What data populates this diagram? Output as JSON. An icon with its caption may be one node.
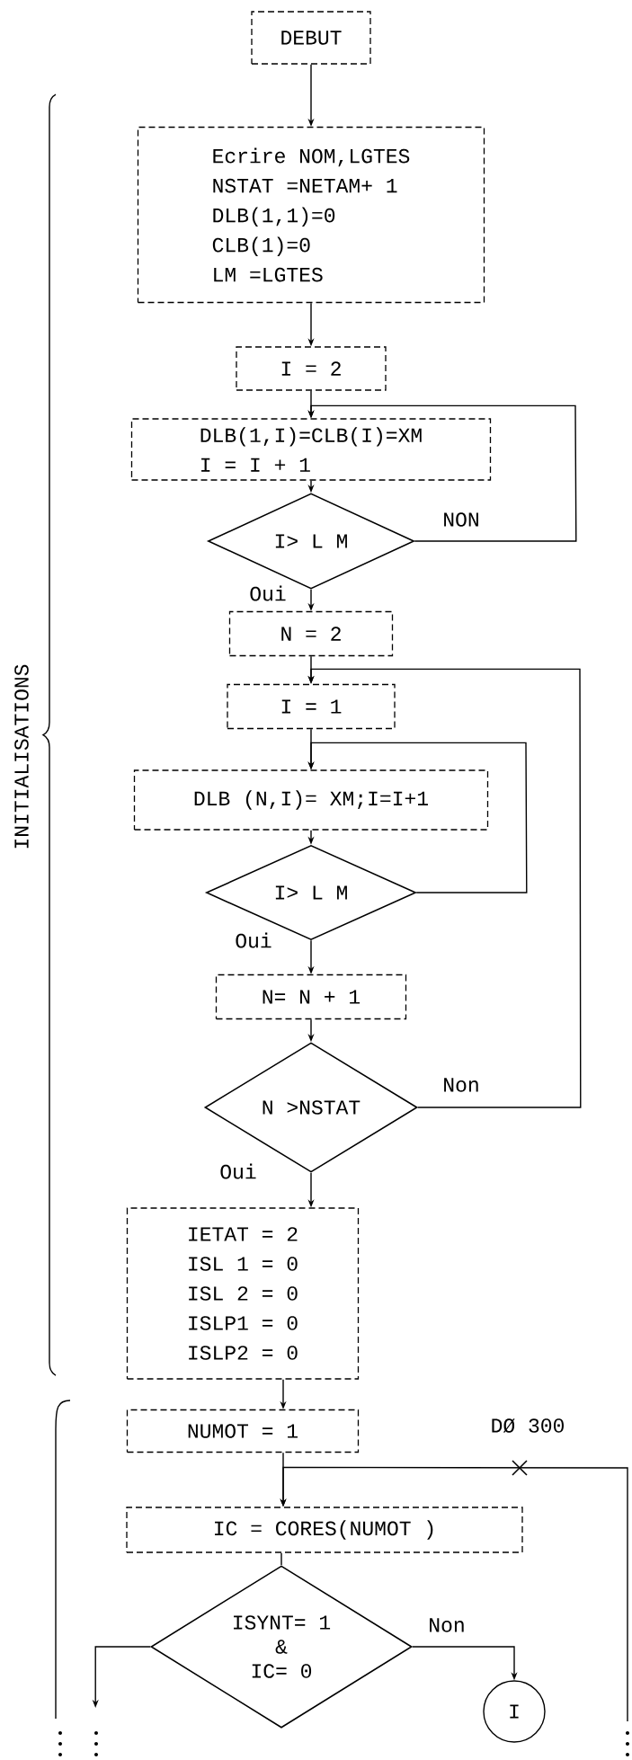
{
  "diagram": {
    "nodes": [
      {
        "text": [
          "DEBUT"
        ]
      },
      {
        "text": [
          "Ecrire NOM,LGTES",
          "NSTAT =NETAM+ 1",
          "DLB(1,1)=0",
          "CLB(1)=0",
          "LM =LGTES"
        ]
      },
      {
        "text": [
          "I = 2"
        ]
      },
      {
        "text": [
          "DLB(1,I)=CLB(I)=XM",
          "I = I + 1"
        ]
      },
      {
        "text": [
          "I> L M"
        ]
      },
      {
        "text": [
          "N = 2"
        ]
      },
      {
        "text": [
          "I = 1"
        ]
      },
      {
        "text": [
          "DLB (N,I)= XM;I=I+1"
        ]
      },
      {
        "text": [
          "I> L M"
        ]
      },
      {
        "text": [
          "N= N + 1"
        ]
      },
      {
        "text": [
          "N >NSTAT"
        ]
      },
      {
        "text": [
          "IETAT = 2",
          "ISL 1 = 0",
          "ISL 2 = 0",
          "ISLP1 = 0",
          "ISLP2 = 0"
        ]
      },
      {
        "text": [
          "NUMOT = 1"
        ]
      },
      {
        "text": [
          "IC = CORES(NUMOT )"
        ]
      },
      {
        "text": [
          "ISYNT= 1",
          "&",
          "IC= 0"
        ]
      },
      {
        "text": [
          "I"
        ]
      }
    ],
    "edges": [
      {
        "from": 0,
        "to": 1,
        "arrow": "to"
      },
      {
        "from": 1,
        "to": 2,
        "arrow": "to"
      },
      {
        "from": 2,
        "to": 3,
        "arrow": "to"
      },
      {
        "from": 3,
        "to": 4,
        "arrow": "to"
      },
      {
        "from": 4,
        "to": 3,
        "arrow": "to",
        "label": "NON"
      },
      {
        "from": 4,
        "to": 5,
        "arrow": "to",
        "label": "Oui"
      },
      {
        "from": 5,
        "to": 6,
        "arrow": "to"
      },
      {
        "from": 6,
        "to": 7,
        "arrow": "to"
      },
      {
        "from": 7,
        "to": 8,
        "arrow": "to"
      },
      {
        "from": 8,
        "to": 7,
        "arrow": "to"
      },
      {
        "from": 8,
        "to": 9,
        "arrow": "to",
        "label": "Oui"
      },
      {
        "from": 9,
        "to": 10,
        "arrow": "to"
      },
      {
        "from": 10,
        "to": 6,
        "arrow": "to",
        "label": "Non"
      },
      {
        "from": 10,
        "to": 11,
        "arrow": "to",
        "label": "Oui"
      },
      {
        "from": 11,
        "to": 12,
        "arrow": "to"
      },
      {
        "from": 12,
        "to": 13,
        "arrow": "to"
      },
      {
        "from": 13,
        "to": 14,
        "arrow": "none"
      },
      {
        "from": 14,
        "to": 15,
        "arrow": "to",
        "label": "Non"
      },
      {
        "from": 14,
        "to": null,
        "arrow": "to"
      },
      {
        "from": null,
        "to": 13,
        "arrow": "to",
        "label": "DØ 300"
      }
    ],
    "labels": [
      "INITIALISATIONS"
    ]
  }
}
